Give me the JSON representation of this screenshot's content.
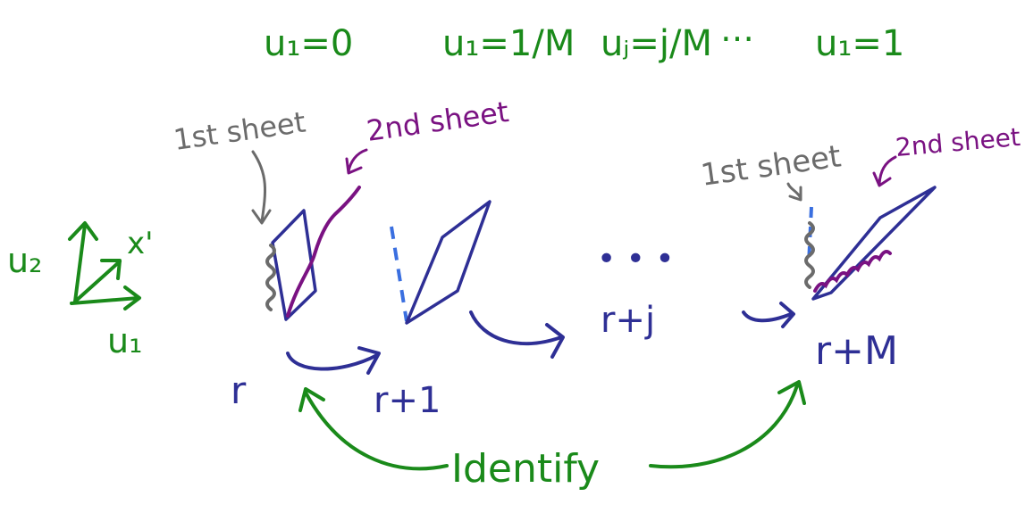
{
  "top_labels": {
    "u1_zero": "u₁=0",
    "u1_one_over_m": "u₁=1/M",
    "uj_j_over_m": "uⱼ=j/M",
    "ellipsis": "…",
    "u1_one": "u₁=1"
  },
  "axes": {
    "u2": "u₂",
    "xprime": "x'",
    "u1": "u₁"
  },
  "sheets": {
    "first_sheet_left": "1st sheet",
    "second_sheet_left": "2nd sheet",
    "first_sheet_right": "1st sheet",
    "second_sheet_right": "2nd sheet"
  },
  "slice_labels": {
    "r": "r",
    "r_plus_1": "r+1",
    "r_plus_j": "r+j",
    "r_plus_m": "r+M",
    "dots": "• • •"
  },
  "identify_label": "Identify",
  "colors": {
    "green": "#1a8a1a",
    "blue": "#2e2f95",
    "purple": "#7a1282",
    "gray": "#6b6b6b",
    "dashed_blue": "#3a6fe0"
  }
}
